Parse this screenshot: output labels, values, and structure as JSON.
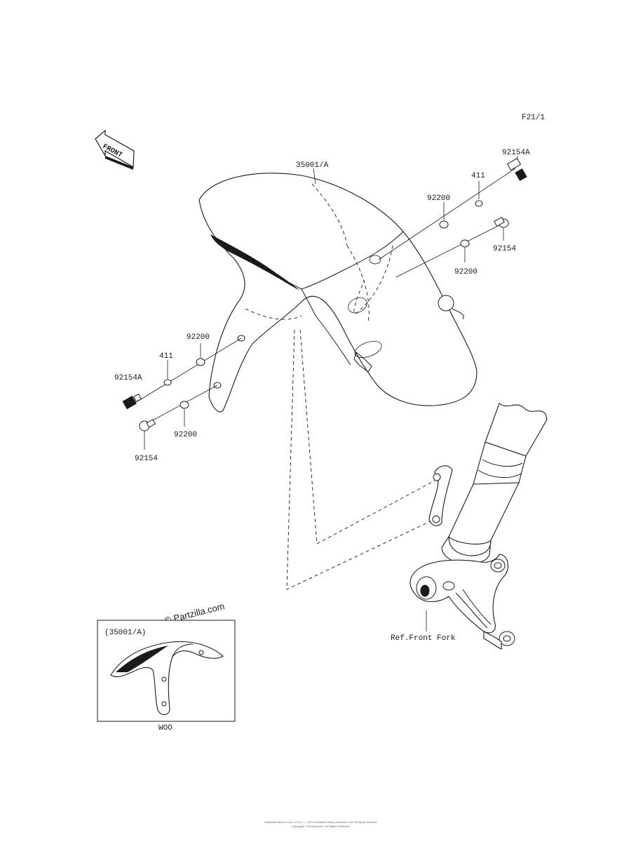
{
  "diagram": {
    "figure_code": "F21/1",
    "front_arrow_label": "FRONT",
    "part_labels": {
      "fender": "35001/A",
      "bolt_a_right": "92154A",
      "bolt_a_left": "92154A",
      "bolt_right": "92154",
      "bolt_left": "92154",
      "washer411_right": "411",
      "washer411_left": "411",
      "washer_upper_right": "92200",
      "washer_lower_right": "92200",
      "washer_upper_left": "92200",
      "washer_lower_left": "92200"
    },
    "reference_label": "Ref.Front Fork",
    "watermark": "© Partzilla.com",
    "inset": {
      "title": "(35001/A)",
      "caption": "WOO"
    },
    "footer_line1": "Kawasaki Motors Corp. U.S.A. — 2021 Kawasaki Heavy Industries, Ltd. All rights reserved.",
    "footer_line2": "Copyright © Partzilla.com. All Rights Reserved."
  }
}
